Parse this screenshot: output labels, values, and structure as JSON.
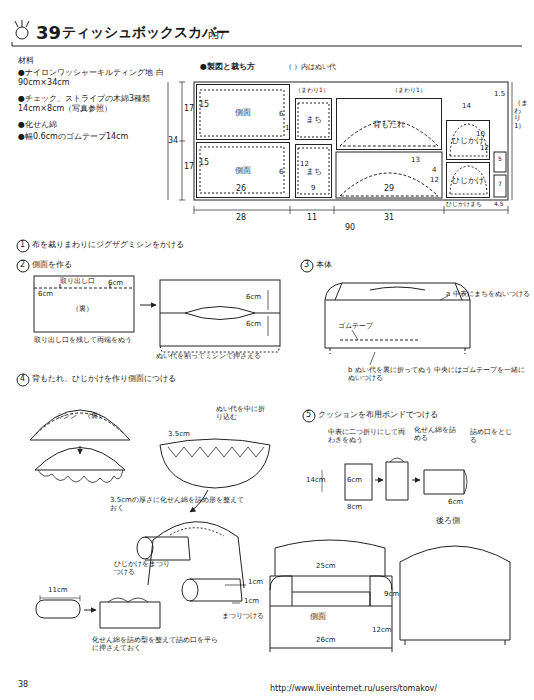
{
  "diagram": {
    "title": "ティッシュボックスカバー",
    "nodes": [
      {
        "text": [
          "側面"
        ]
      },
      {
        "text": [
          "まち"
        ]
      },
      {
        "text": [
          "背もたれ"
        ]
      },
      {
        "text": [
          "ひじかけ"
        ]
      },
      {
        "text": [
          "側面"
        ]
      },
      {
        "text": [
          "まち"
        ]
      },
      {
        "text": [
          "ひじかけ"
        ]
      }
    ],
    "labels": [
      "39",
      "P.37",
      "材料",
      "●ナイロンワッシャーキルティング地 白90cm×34cm",
      "●チェック、ストライプの木綿3種類 14cm×8cm（写真参照）",
      "●化せん綿",
      "●幅0.6cmのゴムテープ14cm",
      "●製図と裁ち方",
      "（ ）内はぬい代",
      "17",
      "34",
      "17",
      "28",
      "15",
      "6",
      "1",
      "15",
      "6",
      "26",
      "（まわり1）",
      "12",
      "9",
      "11",
      "（まわり1）",
      "13",
      "4",
      "12",
      "29",
      "31",
      "90",
      "14",
      "1.5",
      "10",
      "12",
      "ひじかけまち",
      "4.5",
      "5",
      "7",
      "（まわり1）",
      "1",
      "布を裁りまわりにジグザグミシンをかける",
      "2",
      "側面を作る",
      "取り出し口",
      "6cm",
      "6cm",
      "（裏）",
      "取り出し口を残して両端をぬう",
      "6cm",
      "6cm",
      "ぬい代を割ってミシンで押さえる",
      "3",
      "本体",
      "a 中表にまちをぬいつける",
      "ゴムテープ",
      "b ぬい代を裏に折ってぬう 中央にはゴムテープを一緒にぬいつける",
      "4",
      "背もたれ、ひじかけを作り側面につける",
      "ミシン　（裏）",
      "ぬい代を中に折り込む",
      "3.5cm",
      "3.5cmの厚さに化せん綿を詰め形を整えておく",
      "ひじかけをまつりつける",
      "1cm",
      "1cm",
      "まつりつける",
      "11cm",
      "化せん綿を詰め型を整えて詰め口を平らに押さえておく",
      "5",
      "クッションを布用ボンドでつける",
      "中表に二つ折りにして両わきをぬう",
      "化せん綿を詰める",
      "詰め口をとじる",
      "14cm",
      "6cm",
      "8cm",
      "6cm",
      "25cm",
      "9cm",
      "側面",
      "12cm",
      "26cm",
      "後ろ側",
      "38",
      "http://www.liveinternet.ru/users/tomakov/"
    ]
  }
}
